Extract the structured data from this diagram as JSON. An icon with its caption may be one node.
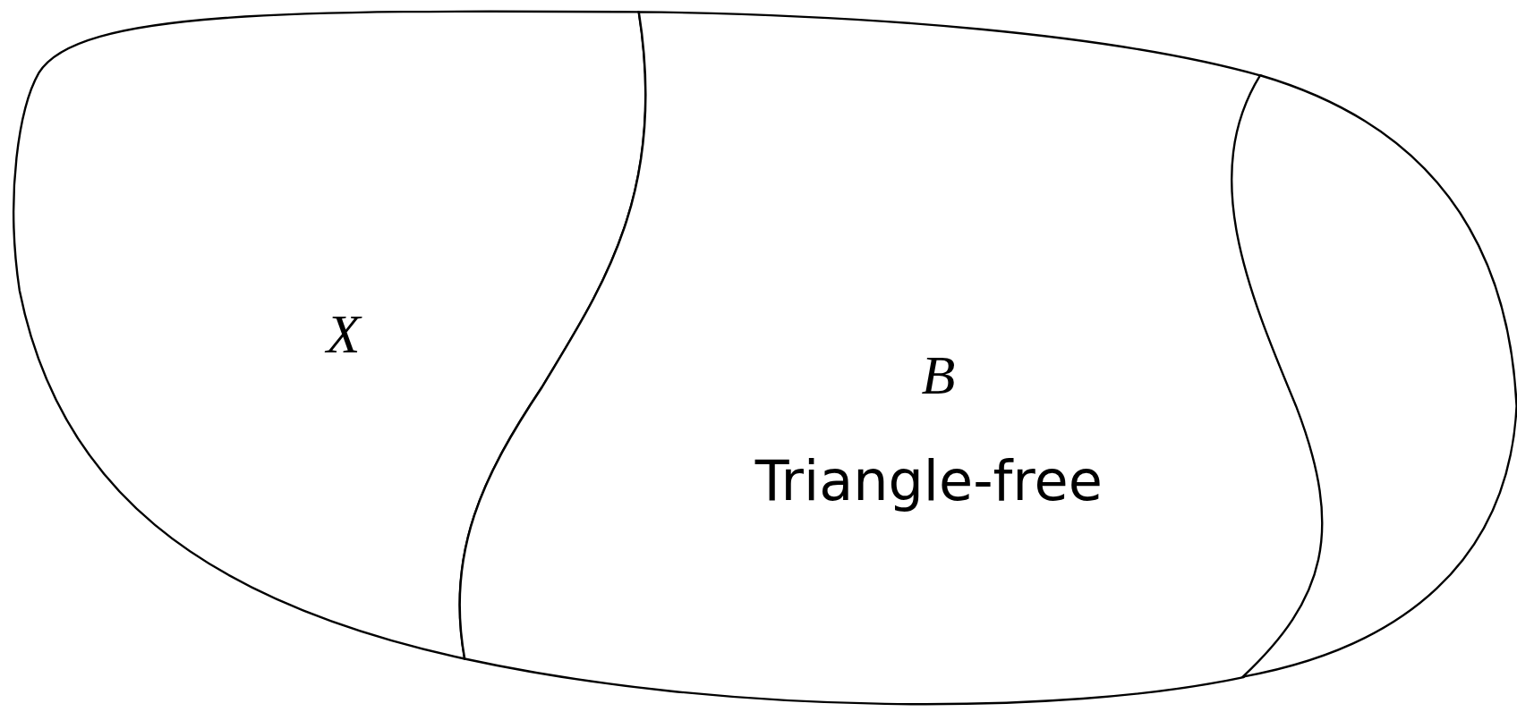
{
  "diagram": {
    "nodes": [
      {
        "text": [
          "X"
        ]
      },
      {
        "text": [
          "B",
          "Triangle-free"
        ]
      },
      {
        "text": [],
        "shape": "box"
      }
    ]
  }
}
